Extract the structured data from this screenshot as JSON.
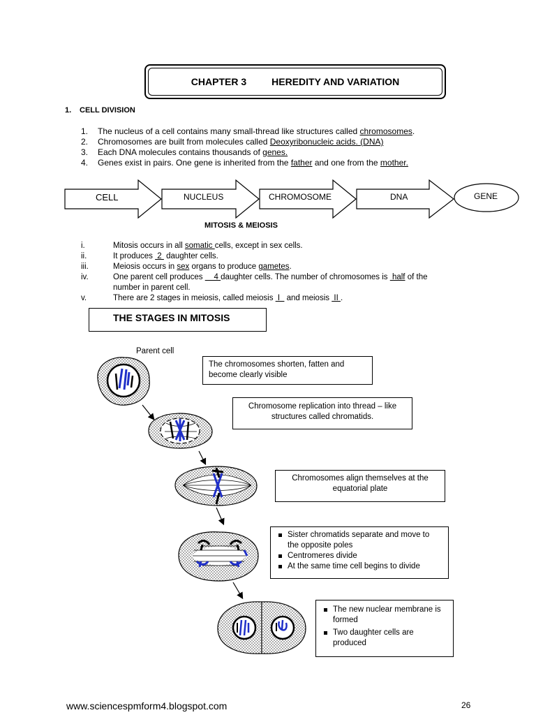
{
  "header": {
    "chapter": "CHAPTER 3",
    "title": "HEREDITY AND VARIATION"
  },
  "section": {
    "number": "1.",
    "title": "CELL DIVISION"
  },
  "facts": [
    {
      "n": "1.",
      "pre": "The nucleus of a cell contains many small-thread like structures called ",
      "term": "chromosomes",
      "post": "."
    },
    {
      "n": "2.",
      "pre": "Chromosomes are built from molecules called ",
      "term": "Deoxyribonucleic acids. (DNA)",
      "post": ""
    },
    {
      "n": "3.",
      "pre": "Each DNA molecules contains thousands of ",
      "term": "genes.",
      "post": ""
    },
    {
      "n": "4.",
      "pre": "Genes exist in pairs. One gene is inherited from the ",
      "term": "father",
      "mid": " and one from the ",
      "term2": "mother.",
      "post": ""
    }
  ],
  "flow": {
    "cell": "CELL",
    "nucleus": "NUCLEUS",
    "chromosome": "CHROMOSOME",
    "dna": "DNA",
    "gene": "GENE"
  },
  "mitosis_meiosis": {
    "heading": "MITOSIS & MEIOSIS",
    "items": [
      {
        "n": "i.",
        "a": "Mitosis occurs in all ",
        "u1": "somatic ",
        "b": "cells, except in sex cells."
      },
      {
        "n": "ii.",
        "a": "It produces ",
        "u1": " 2 ",
        "b": " daughter cells."
      },
      {
        "n": "iii.",
        "a": "Meiosis occurs in ",
        "u1": "sex",
        "b": " organs to produce ",
        "u2": "gametes",
        "c": "."
      },
      {
        "n": "iv.",
        "a": "One parent cell produces ",
        "u1": "    4 ",
        "b": "daughter cells. The number of chromosomes is ",
        "u2": " half",
        "c": " of the",
        "line2": "number in parent cell."
      },
      {
        "n": "v.",
        "a": "There are 2 stages in meiosis, called meiosis ",
        "u1": " I  ",
        "b": " and meiosis ",
        "u2": " II ",
        "c": "."
      }
    ]
  },
  "stages": {
    "heading": "THE STAGES IN MITOSIS",
    "parent_label": "Parent cell",
    "notes": {
      "n1": "The chromosomes shorten, fatten and become clearly visible",
      "n2": "Chromosome replication into thread – like structures  called  chromatids.",
      "n3": "Chromosomes align themselves at the equatorial plate",
      "n4": [
        "Sister chromatids separate and move to the opposite poles",
        "Centromeres divide",
        "At the same time cell begins to divide"
      ],
      "n5": [
        "The new nuclear membrane is formed",
        "Two daughter cells are produced"
      ]
    }
  },
  "footer": {
    "url": "www.sciencespmform4.blogspot.com",
    "page": "26"
  },
  "colors": {
    "chromosome_blue": "#1f2fc8",
    "ink": "#000000"
  }
}
